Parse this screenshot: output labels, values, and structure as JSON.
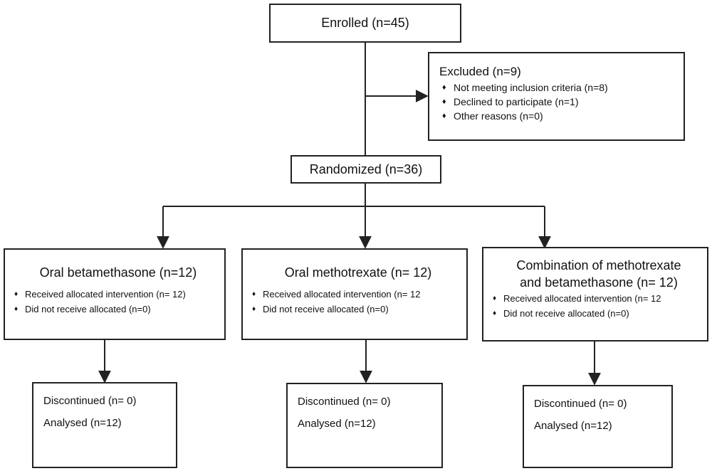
{
  "enrolled": {
    "label": "Enrolled (n=45)"
  },
  "excluded": {
    "title": "Excluded (n=9)",
    "reasons": [
      "Not meeting inclusion criteria (n=8)",
      "Declined to participate (n=1)",
      "Other reasons (n=0)"
    ]
  },
  "randomized": {
    "label": "Randomized (n=36)"
  },
  "arms": [
    {
      "title_lines": [
        "Oral betamethasone (n=12)"
      ],
      "items": [
        "Received allocated intervention (n= 12)",
        "Did not receive allocated (n=0)"
      ],
      "discontinued": "Discontinued (n= 0)",
      "analysed": "Analysed (n=12)"
    },
    {
      "title_lines": [
        "Oral methotrexate (n= 12)"
      ],
      "items": [
        "Received allocated intervention (n= 12",
        "Did not receive allocated (n=0)"
      ],
      "discontinued": "Discontinued (n= 0)",
      "analysed": "Analysed (n=12)"
    },
    {
      "title_lines": [
        "Combination of methotrexate",
        "and betamethasone (n= 12)"
      ],
      "items": [
        "Received allocated intervention (n= 12",
        "Did not receive allocated (n=0)"
      ],
      "discontinued": "Discontinued (n= 0)",
      "analysed": "Analysed (n=12)"
    }
  ]
}
